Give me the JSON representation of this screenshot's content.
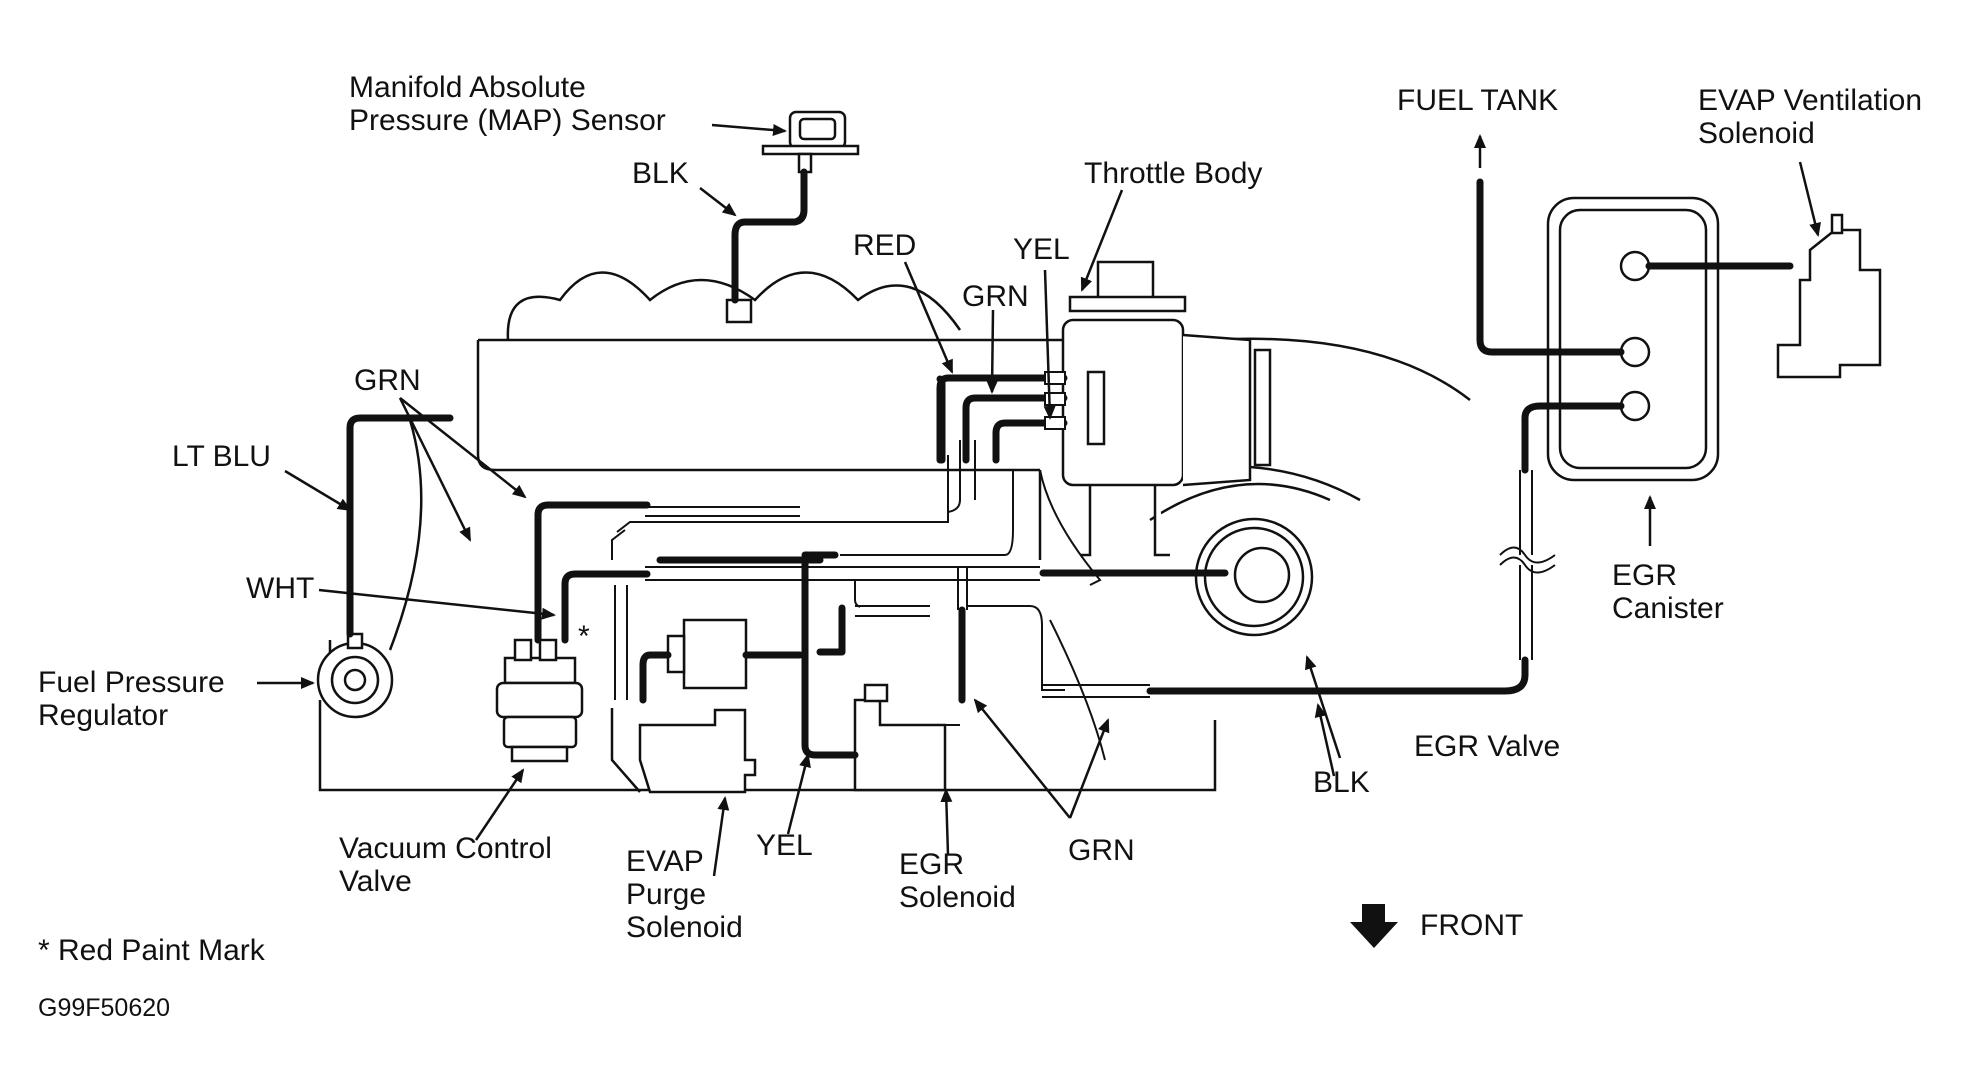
{
  "labels": {
    "map_sensor": "Manifold Absolute\nPressure (MAP) Sensor",
    "blk_map": "BLK",
    "throttle_body": "Throttle Body",
    "red": "RED",
    "yel_top": "YEL",
    "grn_top": "GRN",
    "grn_left": "GRN",
    "lt_blu": "LT BLU",
    "wht": "WHT",
    "asterisk": "*",
    "fuel_pressure_regulator": "Fuel Pressure\nRegulator",
    "vacuum_control_valve": "Vacuum Control\nValve",
    "evap_purge_solenoid": "EVAP\nPurge\nSolenoid",
    "yel_bottom": "YEL",
    "egr_solenoid": "EGR\nSolenoid",
    "grn_bottom": "GRN",
    "blk_bottom": "BLK",
    "egr_valve": "EGR Valve",
    "egr_canister": "EGR\nCanister",
    "fuel_tank": "FUEL TANK",
    "evap_ventilation_solenoid": "EVAP Ventilation\nSolenoid",
    "front": "FRONT",
    "red_paint_mark": "* Red Paint Mark",
    "figure_code": "G99F50620"
  },
  "colors": {
    "line": "#111111",
    "hose": "#111111",
    "background": "#ffffff"
  }
}
